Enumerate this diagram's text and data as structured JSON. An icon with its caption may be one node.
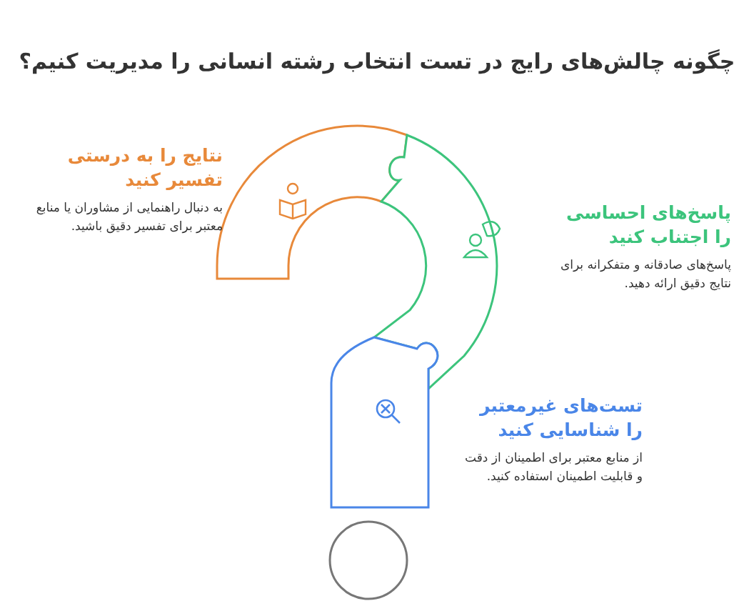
{
  "diagram": {
    "title": "چگونه چالش‌های رایج در تست انتخاب رشته انسانی را مدیریت کنیم؟",
    "nodes": [
      {
        "text": [
          "نتایج را به درستی تفسیر کنید",
          "به دنبال راهنمایی از مشاوران یا منابع معتبر برای تفسیر دقیق باشید."
        ]
      },
      {
        "text": [
          "پاسخ‌های احساسی را اجتناب کنید",
          "پاسخ‌های صادقانه و متفکرانه برای نتایج دقیق ارائه دهید."
        ]
      },
      {
        "text": [
          "تست‌های غیرمعتبر را شناسایی کنید",
          "از منابع معتبر برای اطمینان از دقت و قابلیت اطمینان استفاده کنید."
        ]
      }
    ]
  }
}
